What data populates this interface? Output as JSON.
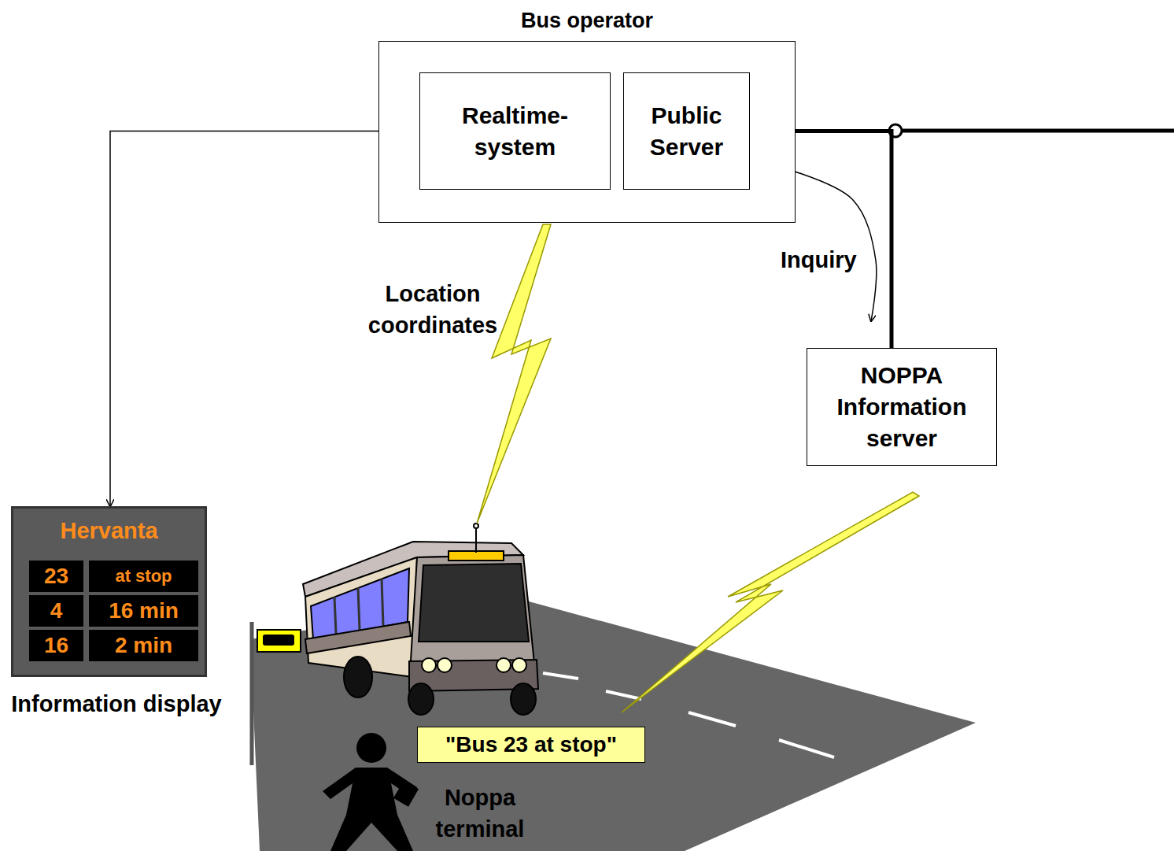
{
  "diagram": {
    "nodes": [
      {
        "text": [
          "Bus operator"
        ]
      },
      {
        "text": [
          "Realtime- system"
        ],
        "in": 0
      },
      {
        "text": [
          "Public Server"
        ],
        "in": 0
      },
      {
        "text": [
          "NOPPA Information server"
        ]
      },
      {
        "text": [
          "Hervanta",
          "23",
          "at stop",
          "4",
          "16 min",
          "16",
          "2 min",
          "Information display"
        ]
      },
      {
        "text": [
          "\"Bus 23 at stop\""
        ]
      }
    ],
    "edges": [
      {
        "from": 1,
        "to": 4,
        "arrow": "to"
      },
      {
        "from": 2,
        "to": 3,
        "arrow": "none"
      },
      {
        "from": 2,
        "to": 3,
        "label": "Inquiry",
        "arrow": "both"
      }
    ],
    "labels": [
      "Location coordinates",
      "Noppa terminal"
    ]
  }
}
